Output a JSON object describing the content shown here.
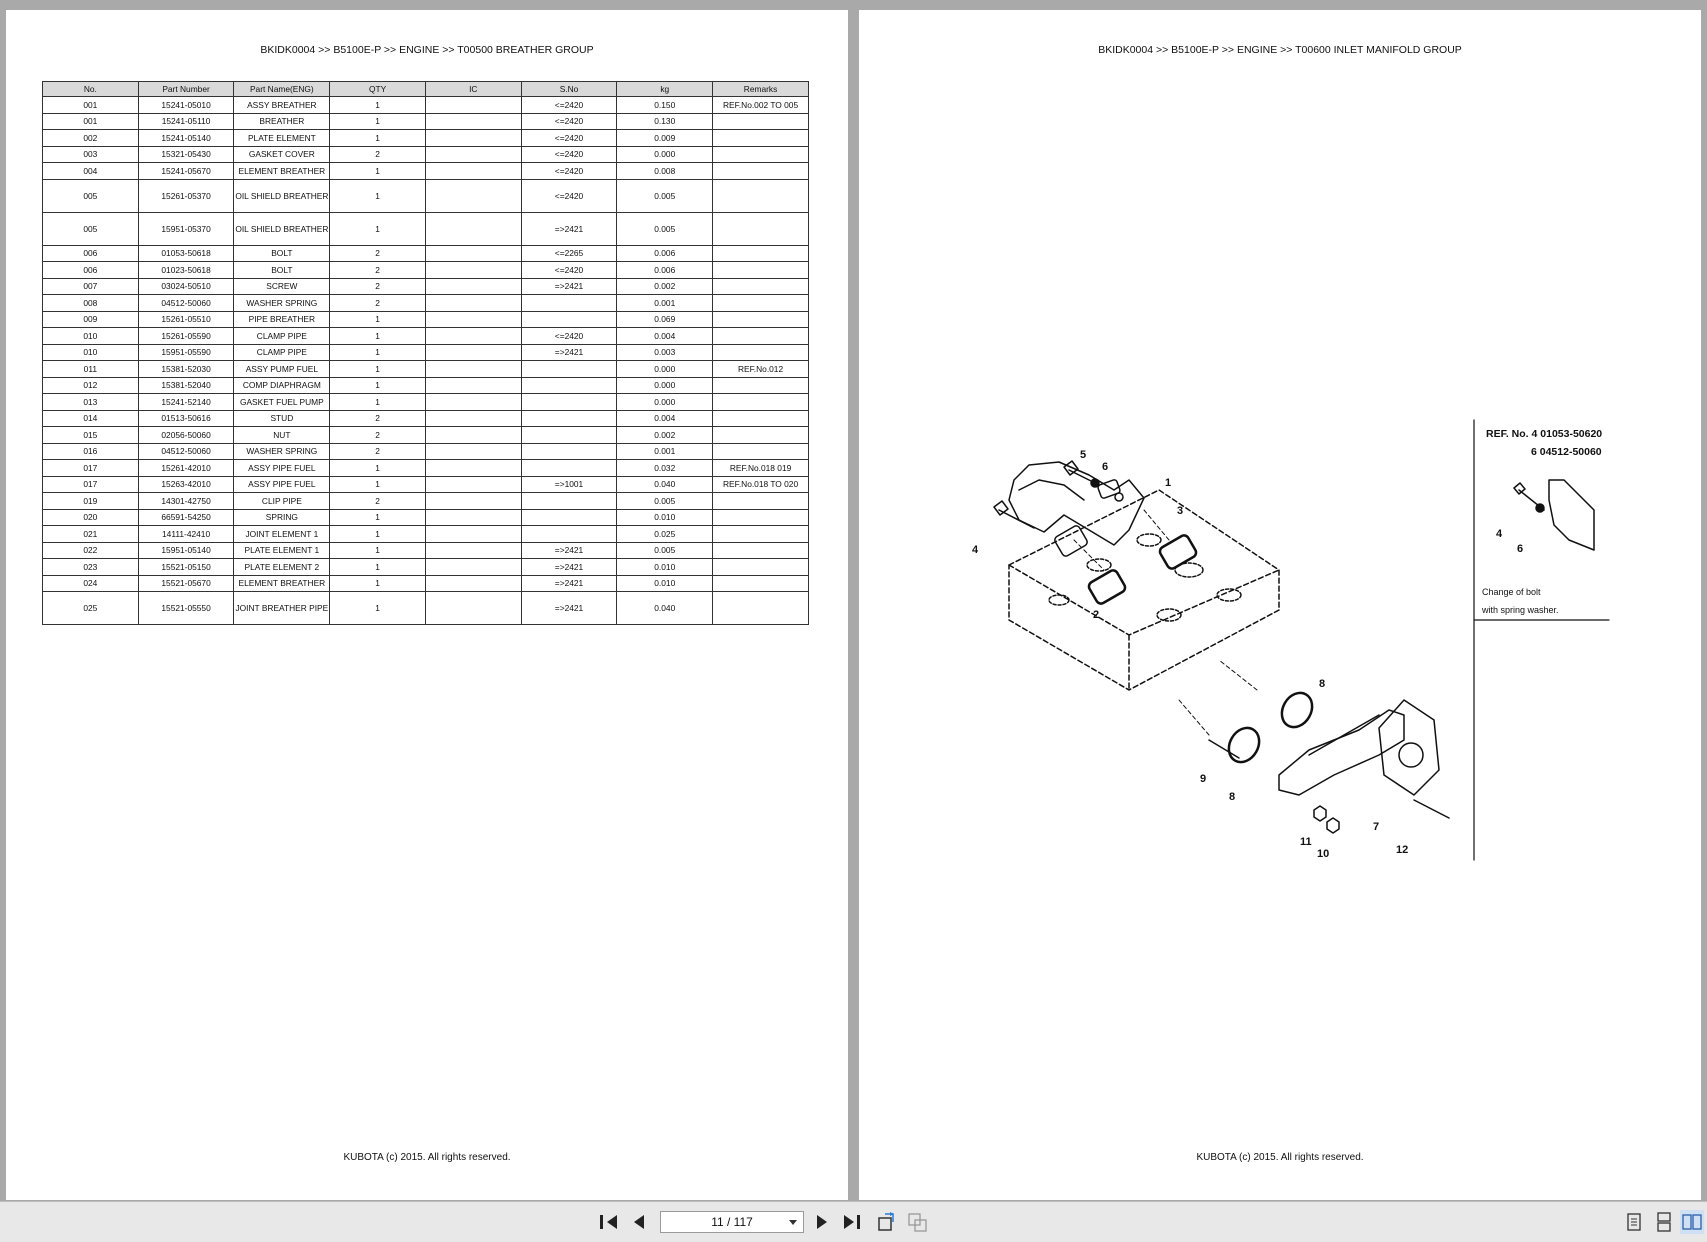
{
  "left_page": {
    "header": "BKIDK0004 >> B5100E-P >> ENGINE >> T00500   BREATHER GROUP",
    "footer": "KUBOTA (c) 2015. All rights reserved.",
    "columns": [
      "No.",
      "Part Number",
      "Part Name(ENG)",
      "QTY",
      "IC",
      "S.No",
      "kg",
      "Remarks"
    ],
    "rows": [
      [
        "001",
        "15241-05010",
        "ASSY BREATHER",
        "1",
        "",
        "<=2420",
        "0.150",
        "REF.No.002 TO 005"
      ],
      [
        "001",
        "15241-05110",
        "BREATHER",
        "1",
        "",
        "<=2420",
        "0.130",
        ""
      ],
      [
        "002",
        "15241-05140",
        "PLATE ELEMENT",
        "1",
        "",
        "<=2420",
        "0.009",
        ""
      ],
      [
        "003",
        "15321-05430",
        "GASKET COVER",
        "2",
        "",
        "<=2420",
        "0.000",
        ""
      ],
      [
        "004",
        "15241-05670",
        "ELEMENT BREATHER",
        "1",
        "",
        "<=2420",
        "0.008",
        ""
      ],
      [
        "005",
        "15261-05370",
        "OIL SHIELD BREATHER",
        "1",
        "",
        "<=2420",
        "0.005",
        ""
      ],
      [
        "005",
        "15951-05370",
        "OIL SHIELD BREATHER",
        "1",
        "",
        "=>2421",
        "0.005",
        ""
      ],
      [
        "006",
        "01053-50618",
        "BOLT",
        "2",
        "",
        "<=2265",
        "0.006",
        ""
      ],
      [
        "006",
        "01023-50618",
        "BOLT",
        "2",
        "",
        "<=2420",
        "0.006",
        ""
      ],
      [
        "007",
        "03024-50510",
        "SCREW",
        "2",
        "",
        "=>2421",
        "0.002",
        ""
      ],
      [
        "008",
        "04512-50060",
        "WASHER SPRING",
        "2",
        "",
        "",
        "0.001",
        ""
      ],
      [
        "009",
        "15261-05510",
        "PIPE BREATHER",
        "1",
        "",
        "",
        "0.069",
        ""
      ],
      [
        "010",
        "15261-05590",
        "CLAMP PIPE",
        "1",
        "",
        "<=2420",
        "0.004",
        ""
      ],
      [
        "010",
        "15951-05590",
        "CLAMP PIPE",
        "1",
        "",
        "=>2421",
        "0.003",
        ""
      ],
      [
        "011",
        "15381-52030",
        "ASSY PUMP FUEL",
        "1",
        "",
        "",
        "0.000",
        "REF.No.012"
      ],
      [
        "012",
        "15381-52040",
        "COMP DIAPHRAGM",
        "1",
        "",
        "",
        "0.000",
        ""
      ],
      [
        "013",
        "15241-52140",
        "GASKET FUEL PUMP",
        "1",
        "",
        "",
        "0.000",
        ""
      ],
      [
        "014",
        "01513-50616",
        "STUD",
        "2",
        "",
        "",
        "0.004",
        ""
      ],
      [
        "015",
        "02056-50060",
        "NUT",
        "2",
        "",
        "",
        "0.002",
        ""
      ],
      [
        "016",
        "04512-50060",
        "WASHER SPRING",
        "2",
        "",
        "",
        "0.001",
        ""
      ],
      [
        "017",
        "15261-42010",
        "ASSY PIPE FUEL",
        "1",
        "",
        "",
        "0.032",
        "REF.No.018 019"
      ],
      [
        "017",
        "15263-42010",
        "ASSY PIPE FUEL",
        "1",
        "",
        "=>1001",
        "0.040",
        "REF.No.018 TO 020"
      ],
      [
        "019",
        "14301-42750",
        "CLIP PIPE",
        "2",
        "",
        "",
        "0.005",
        ""
      ],
      [
        "020",
        "66591-54250",
        "SPRING",
        "1",
        "",
        "",
        "0.010",
        ""
      ],
      [
        "021",
        "14111-42410",
        "JOINT ELEMENT 1",
        "1",
        "",
        "",
        "0.025",
        ""
      ],
      [
        "022",
        "15951-05140",
        "PLATE ELEMENT 1",
        "1",
        "",
        "=>2421",
        "0.005",
        ""
      ],
      [
        "023",
        "15521-05150",
        "PLATE ELEMENT 2",
        "1",
        "",
        "=>2421",
        "0.010",
        ""
      ],
      [
        "024",
        "15521-05670",
        "ELEMENT BREATHER",
        "1",
        "",
        "=>2421",
        "0.010",
        ""
      ],
      [
        "025",
        "15521-05550",
        "JOINT BREATHER PIPE",
        "1",
        "",
        "=>2421",
        "0.040",
        ""
      ]
    ]
  },
  "right_page": {
    "header": "BKIDK0004 >> B5100E-P >> ENGINE >> T00600   INLET MANIFOLD GROUP",
    "footer": "KUBOTA (c) 2015. All rights reserved.",
    "diagram": {
      "callouts": [
        "1",
        "2",
        "3",
        "4",
        "5",
        "6",
        "7",
        "8",
        "8",
        "9",
        "10",
        "11",
        "12"
      ],
      "ref_line1": "REF. No.  4   01053-50620",
      "ref_line2": "6   04512-50060",
      "inset_callouts": [
        "4",
        "6"
      ],
      "note_line1": "Change of bolt",
      "note_line2": "with spring washer."
    }
  },
  "toolbar": {
    "page_indicator": "11 / 117",
    "icons": [
      "first-page-icon",
      "prev-page-icon",
      "next-page-icon",
      "last-page-icon",
      "rotate-view-icon",
      "compare-view-icon",
      "single-page-icon",
      "continuous-page-icon",
      "two-page-icon"
    ]
  }
}
